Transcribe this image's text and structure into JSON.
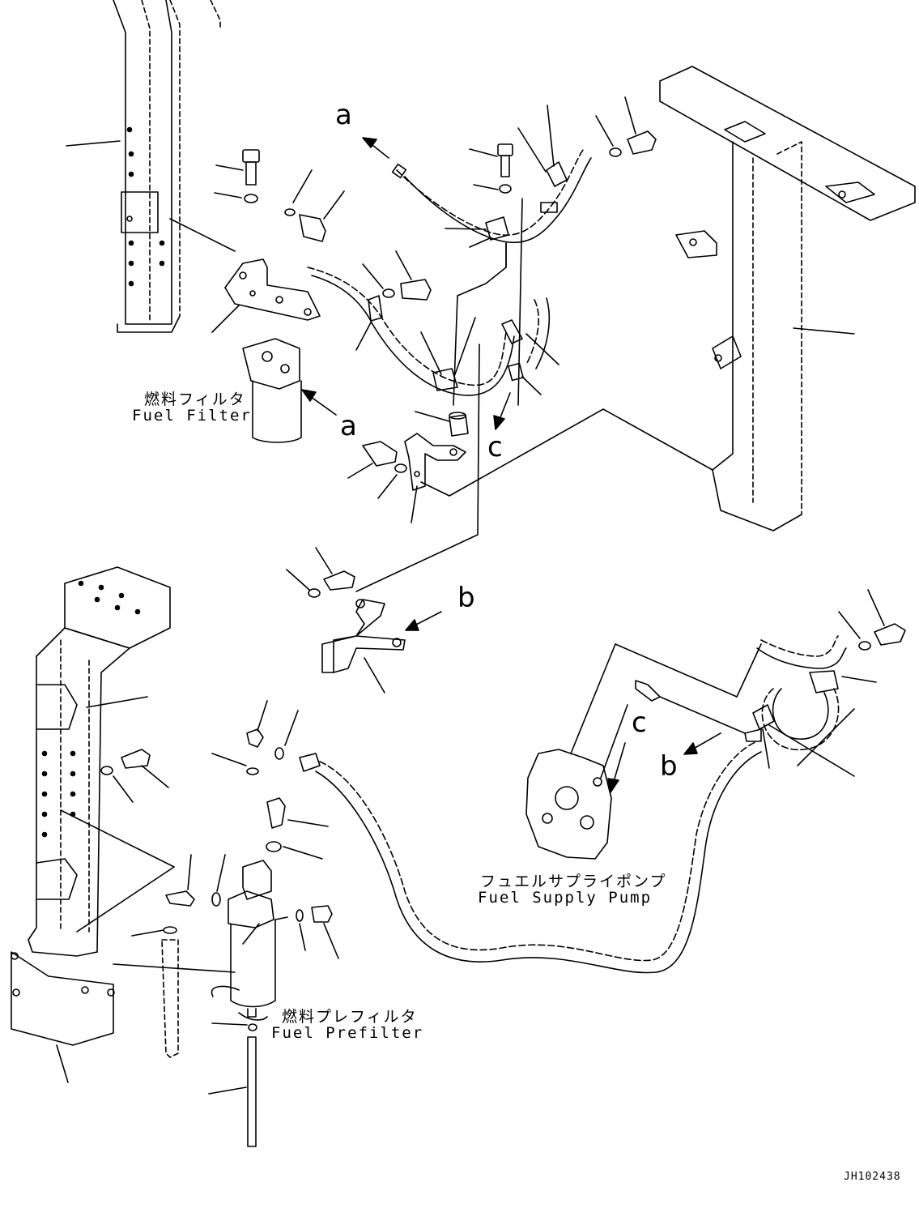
{
  "labels": {
    "fuel_filter": {
      "jp": "燃料フィルタ",
      "en": "Fuel Filter"
    },
    "fuel_supply_pump": {
      "jp": "フュエルサプライポンプ",
      "en": "Fuel Supply Pump"
    },
    "fuel_prefilter": {
      "jp": "燃料プレフィルタ",
      "en": "Fuel Prefilter"
    }
  },
  "view_markers": {
    "a_top": "a",
    "a_filter": "a",
    "c_top": "c",
    "b_bracket": "b",
    "c_pump": "c",
    "b_pump": "b"
  },
  "drawing_code": "JH102438"
}
